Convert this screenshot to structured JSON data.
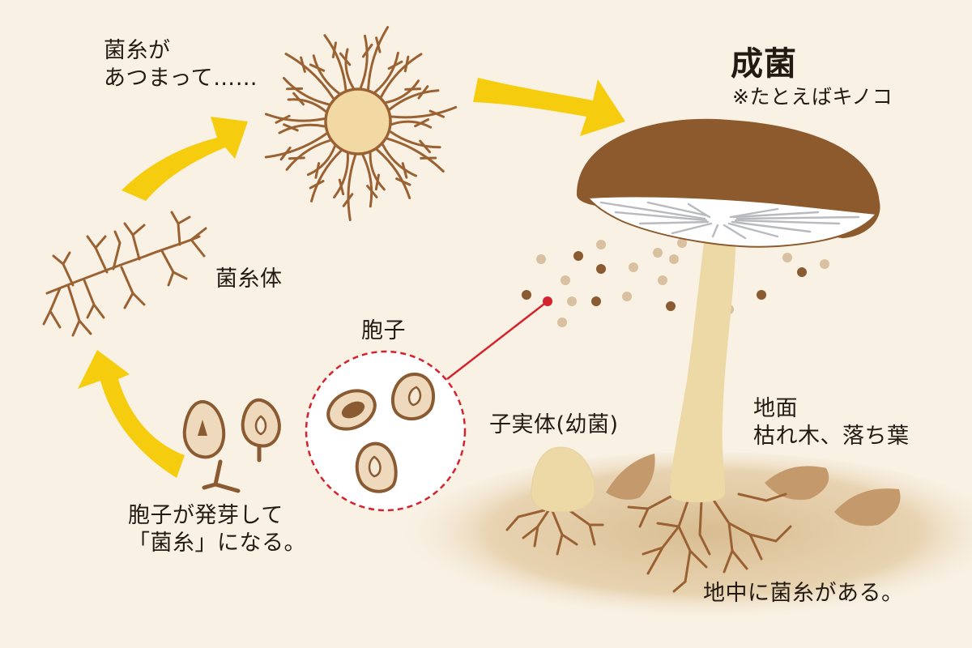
{
  "labels": {
    "hyphae_gather": "菌糸が\nあつまって……",
    "adult_title": "成菌",
    "adult_example": "※たとえばキノコ",
    "mycelium": "菌糸体",
    "spore": "胞子",
    "germinate": "胞子が発芽して\n「菌糸」になる。",
    "fruiting_body": "子実体(幼菌)",
    "ground": "地面\n枯れ木、落ち葉",
    "underground": "地中に菌糸がある。"
  },
  "colors": {
    "background": "#f9f1e4",
    "arrow": "#f5cd0e",
    "hypha": "#9a6233",
    "cap": "#8c5a2d",
    "stem": "#ecd9a6",
    "spore_body": "#eed9bc",
    "spore_core": "#8a5b32",
    "pointer": "#d3232e",
    "soil": "#e0c7a0",
    "leaf": "#c49a6c"
  }
}
